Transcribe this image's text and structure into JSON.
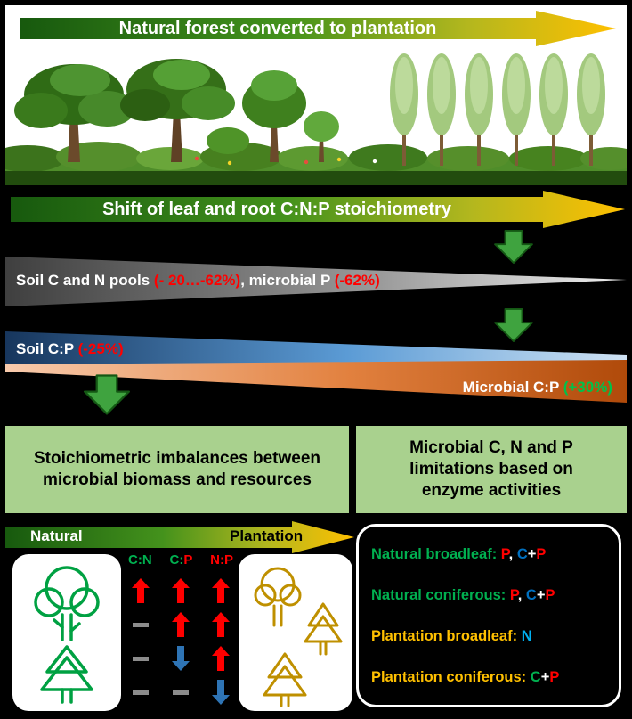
{
  "conversion": {
    "banner_label": "Natural forest converted to plantation"
  },
  "shift": {
    "banner_label": "Shift of leaf and root C:N:P stoichiometry"
  },
  "wedges": {
    "soil_pools": {
      "segments": [
        {
          "text": "Soil C and N pools ",
          "color": "#FFFFFF"
        },
        {
          "text": "(- 20…-62%)",
          "color": "#FF0000"
        },
        {
          "text": ", microbial P ",
          "color": "#FFFFFF"
        },
        {
          "text": "(-62%)",
          "color": "#FF0000"
        }
      ]
    },
    "soil_cp": {
      "segments": [
        {
          "text": "Soil C:P ",
          "color": "#FFFFFF"
        },
        {
          "text": "(-25%)",
          "color": "#FF0000"
        }
      ]
    },
    "microbial_cp": {
      "segments": [
        {
          "text": "Microbial C:P ",
          "color": "#FFFFFF"
        },
        {
          "text": "(+30%)",
          "color": "#00C24A"
        }
      ]
    }
  },
  "summary_boxes": {
    "left_text": "Stoichiometric imbalances between microbial biomass and resources",
    "right_text": "Microbial C, N and P limitations based on enzyme activities",
    "background": "#A9D18E"
  },
  "gradient_axis": {
    "left_label": "Natural",
    "right_label": "Plantation"
  },
  "imbalance": {
    "ratio_labels": [
      {
        "segments": [
          {
            "text": "C:N",
            "color": "#00B050"
          }
        ]
      },
      {
        "segments": [
          {
            "text": "C:",
            "color": "#00B050"
          },
          {
            "text": "P",
            "color": "#FF0000"
          }
        ]
      },
      {
        "segments": [
          {
            "text": "N:P",
            "color": "#FF0000"
          }
        ]
      }
    ],
    "up_color": "#FF0000",
    "down_color": "#2E74B5",
    "dash_color": "#8C8C8C",
    "rows": [
      [
        "up",
        "up",
        "up"
      ],
      [
        "dash",
        "up",
        "up"
      ],
      [
        "dash",
        "down",
        "up"
      ],
      [
        "dash",
        "dash",
        "down"
      ]
    ]
  },
  "limitations": {
    "lines": [
      {
        "segments": [
          {
            "text": "Natural broadleaf: ",
            "color": "#00B050"
          },
          {
            "text": "P",
            "color": "#FF0000"
          },
          {
            "text": ", ",
            "color": "#FFFFFF"
          },
          {
            "text": "C",
            "color": "#0070C0"
          },
          {
            "text": "+",
            "color": "#FFFFFF"
          },
          {
            "text": "P",
            "color": "#FF0000"
          }
        ]
      },
      {
        "segments": [
          {
            "text": "Natural coniferous: ",
            "color": "#00B050"
          },
          {
            "text": "P",
            "color": "#FF0000"
          },
          {
            "text": ", ",
            "color": "#FFFFFF"
          },
          {
            "text": "C",
            "color": "#0070C0"
          },
          {
            "text": "+",
            "color": "#FFFFFF"
          },
          {
            "text": "P",
            "color": "#FF0000"
          }
        ]
      },
      {
        "segments": [
          {
            "text": "Plantation broadleaf: ",
            "color": "#FFC000"
          },
          {
            "text": "N",
            "color": "#00B0F0"
          }
        ]
      },
      {
        "segments": [
          {
            "text": "Plantation coniferous: ",
            "color": "#FFC000"
          },
          {
            "text": "C",
            "color": "#00B050"
          },
          {
            "text": "+",
            "color": "#FFFFFF"
          },
          {
            "text": "P",
            "color": "#FF0000"
          }
        ]
      }
    ]
  },
  "colors": {
    "banner_gradient_start": "#17590E",
    "banner_gradient_end": "#FFC000",
    "down_arrow_green": "#3FA33F"
  }
}
